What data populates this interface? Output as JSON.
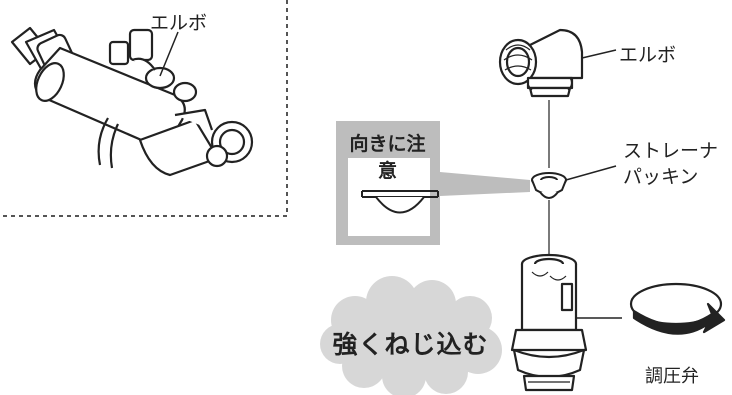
{
  "labels": {
    "elbow_left": "エルボ",
    "elbow_right": "エルボ",
    "strainer_line1": "ストレーナ",
    "strainer_line2": "パッキン",
    "valve": "調圧弁",
    "caution": "向きに注意",
    "tighten": "強くねじ込む"
  },
  "colors": {
    "caution_box": "#bdbdbd",
    "burst": "#d7d7d7",
    "line": "#222222",
    "dotted_frame": "#555555"
  }
}
